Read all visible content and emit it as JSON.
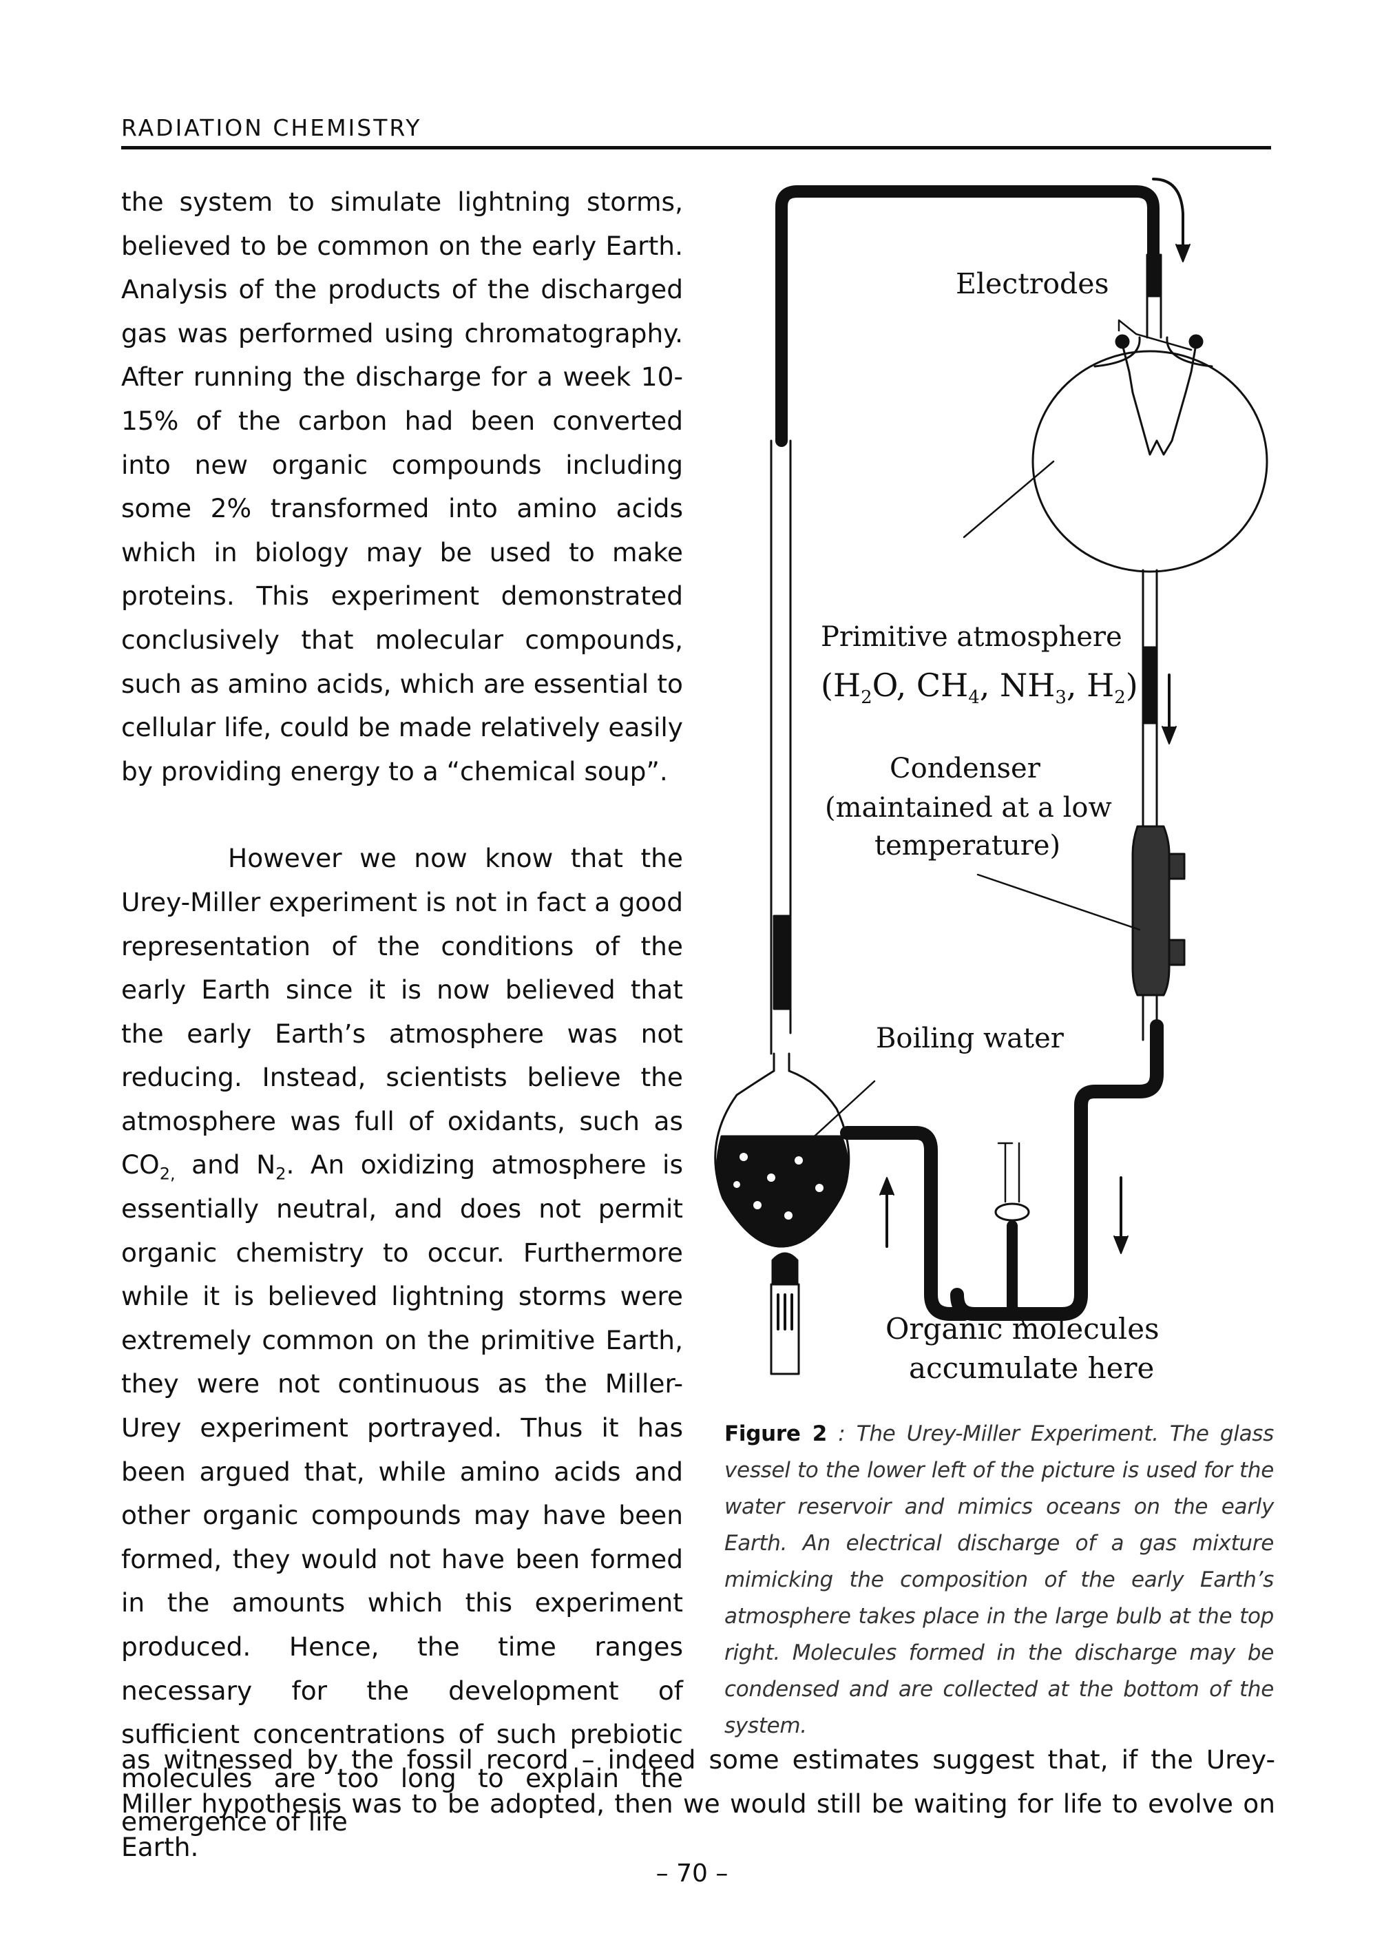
{
  "header": {
    "running_title": "RADIATION CHEMISTRY"
  },
  "body": {
    "para1": "the system to simulate lightning storms, believed to be common on the early Earth. Analysis of the products of the discharged gas was performed using chromatography. After running the discharge for a week 10-15% of the carbon had been converted into new organic compounds including some 2% transformed into amino acids which in biology may be used to make proteins. This experiment demonstrated conclusively that molecular compounds, such as amino acids, which are essential to cellular life, could be made relatively easily by providing energy to a “chemical soup”.",
    "para2_a": "However we now know that the Urey-Miller experiment is not in fact a good representation of the conditions of the early Earth since it is now believed that the early Earth’s atmosphere was not reducing. Instead, scientists believe the atmosphere was full of oxidants, such as CO",
    "para2_sub1": "2,",
    "para2_b": " and N",
    "para2_sub2": "2",
    "para2_c": ". An oxidizing atmosphere is essentially neutral, and does not permit organic chemistry to occur. Furthermore while it is believed lightning storms were extremely common on the primitive Earth, they were not continuous as the Miller-Urey experiment portrayed. Thus it has been argued that, while amino acids and other organic compounds may have been formed, they would not have been formed in the amounts which this experiment produced. Hence, the time ranges necessary for the development of sufficient concentrations of such prebiotic molecules are too long to explain the emergence of life",
    "para2_full": "as witnessed by the fossil record – indeed some estimates suggest that, if the Urey-Miller hypothesis was to be adopted, then we would still be waiting for life to evolve on Earth."
  },
  "figure": {
    "label_electrodes": "Electrodes",
    "label_primitive": "Primitive atmosphere",
    "atm_open": "(H",
    "atm_s1": "2",
    "atm_t1": "O, CH",
    "atm_s2": "4",
    "atm_t2": ", NH",
    "atm_s3": "3",
    "atm_t3": ", H",
    "atm_s4": "2",
    "atm_close": ")",
    "label_condenser_1": "Condenser",
    "label_condenser_2": "(maintained at a low",
    "label_condenser_3": "temperature)",
    "label_boiling": "Boiling water",
    "label_organic_1": "Organic molecules",
    "label_organic_2": "accumulate here"
  },
  "caption": {
    "label": "Figure 2",
    "separator": " : ",
    "title": "The Urey-Miller Experiment.",
    "text": " The glass vessel to the lower left of the picture is used for the water reservoir and mimics oceans on the early Earth. An electrical discharge of a gas mixture mimicking the composition of the early Earth’s atmosphere takes place in the large bulb at the top right. Molecules formed in the discharge may be condensed and are collected at the bottom of the system."
  },
  "footer": {
    "page_number": "– 70 –"
  }
}
